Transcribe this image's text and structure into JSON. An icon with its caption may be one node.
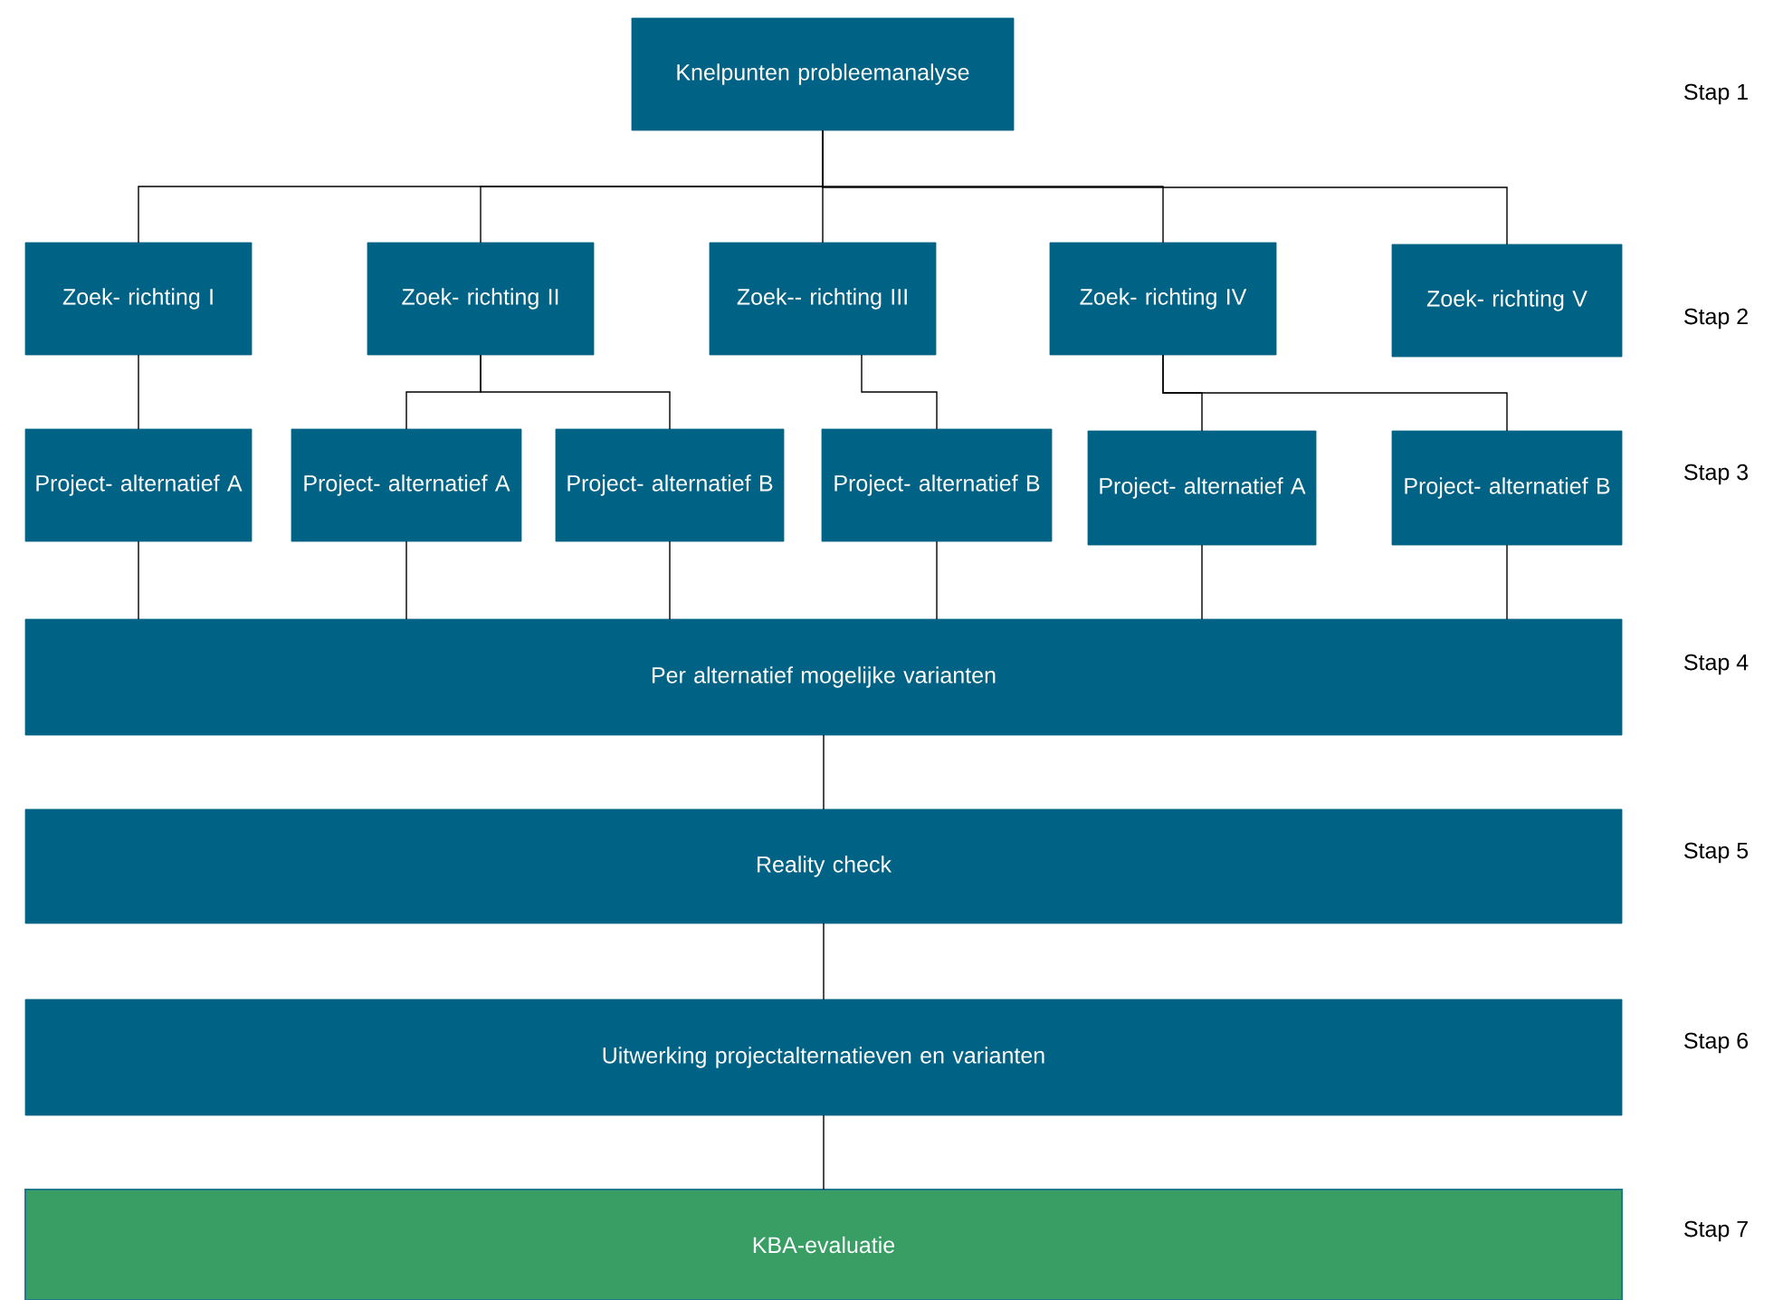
{
  "diagram": {
    "nodes": [
      {
        "text": [
          "Knelpunten probleemanalyse"
        ]
      },
      {
        "text": [
          "Zoek- richting I"
        ]
      },
      {
        "text": [
          "Zoek- richting II"
        ]
      },
      {
        "text": [
          "Zoek-- richting III"
        ]
      },
      {
        "text": [
          "Zoek- richting IV"
        ]
      },
      {
        "text": [
          "Zoek- richting V"
        ]
      },
      {
        "text": [
          "Project- alternatief A"
        ]
      },
      {
        "text": [
          "Project- alternatief A"
        ]
      },
      {
        "text": [
          "Project- alternatief B"
        ]
      },
      {
        "text": [
          "Project- alternatief B"
        ]
      },
      {
        "text": [
          "Project- alternatief A"
        ]
      },
      {
        "text": [
          "Project- alternatief B"
        ]
      },
      {
        "text": [
          "Per alternatief mogelijke varianten"
        ]
      },
      {
        "text": [
          "Reality check"
        ]
      },
      {
        "text": [
          "Uitwerking projectalternatieven en varianten"
        ]
      },
      {
        "text": [
          "KBA-evaluatie"
        ]
      }
    ],
    "edges": [
      {
        "from": 0,
        "to": 1,
        "arrow": "none"
      },
      {
        "from": 0,
        "to": 2,
        "arrow": "none"
      },
      {
        "from": 0,
        "to": 3,
        "arrow": "none"
      },
      {
        "from": 0,
        "to": 4,
        "arrow": "none"
      },
      {
        "from": 0,
        "to": 5,
        "arrow": "none"
      },
      {
        "from": 1,
        "to": 6,
        "arrow": "none"
      },
      {
        "from": 2,
        "to": 7,
        "arrow": "none"
      },
      {
        "from": 2,
        "to": 8,
        "arrow": "none"
      },
      {
        "from": 3,
        "to": 9,
        "arrow": "none"
      },
      {
        "from": 4,
        "to": 10,
        "arrow": "none"
      },
      {
        "from": 4,
        "to": 11,
        "arrow": "none"
      },
      {
        "from": 6,
        "to": 12,
        "arrow": "none"
      },
      {
        "from": 7,
        "to": 12,
        "arrow": "none"
      },
      {
        "from": 8,
        "to": 12,
        "arrow": "none"
      },
      {
        "from": 9,
        "to": 12,
        "arrow": "none"
      },
      {
        "from": 10,
        "to": 12,
        "arrow": "none"
      },
      {
        "from": 11,
        "to": 12,
        "arrow": "none"
      },
      {
        "from": 12,
        "to": 13,
        "arrow": "none"
      },
      {
        "from": 13,
        "to": 14,
        "arrow": "none"
      },
      {
        "from": 14,
        "to": 15,
        "arrow": "none"
      }
    ],
    "labels": [
      "Stap 1",
      "Stap 2",
      "Stap 3",
      "Stap 4",
      "Stap 5",
      "Stap 6",
      "Stap 7"
    ]
  }
}
